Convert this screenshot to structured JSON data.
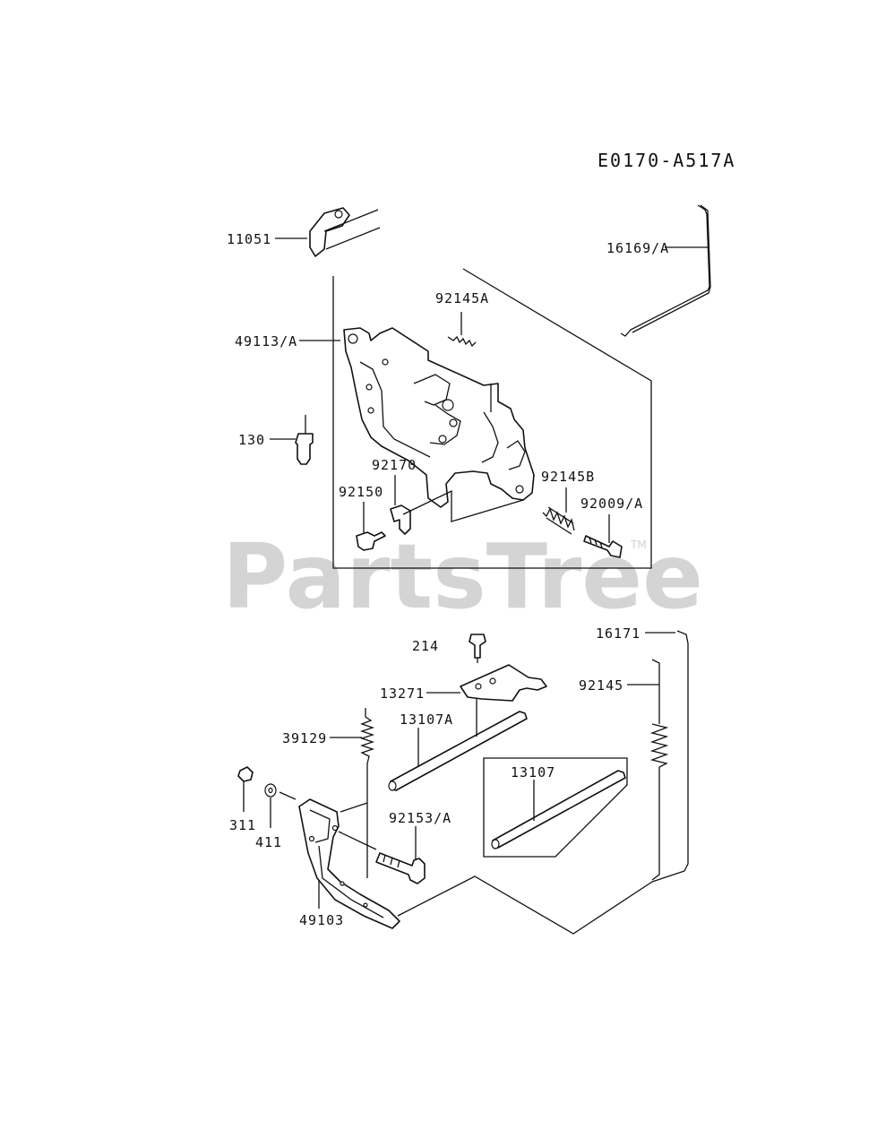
{
  "diagram": {
    "code": "E0170-A517A",
    "watermark": "PartsTree",
    "watermark_tm": "TM",
    "labels": {
      "p11051": "11051",
      "p16169": "16169/A",
      "p92145A": "92145A",
      "p49113": "49113/A",
      "p130": "130",
      "p92170": "92170",
      "p92150": "92150",
      "p92145B": "92145B",
      "p92009": "92009/A",
      "p214": "214",
      "p16171": "16171",
      "p13271": "13271",
      "p92145": "92145",
      "p13107A": "13107A",
      "p39129": "39129",
      "p13107": "13107",
      "p311": "311",
      "p411": "411",
      "p92153": "92153/A",
      "p49103": "49103"
    }
  }
}
